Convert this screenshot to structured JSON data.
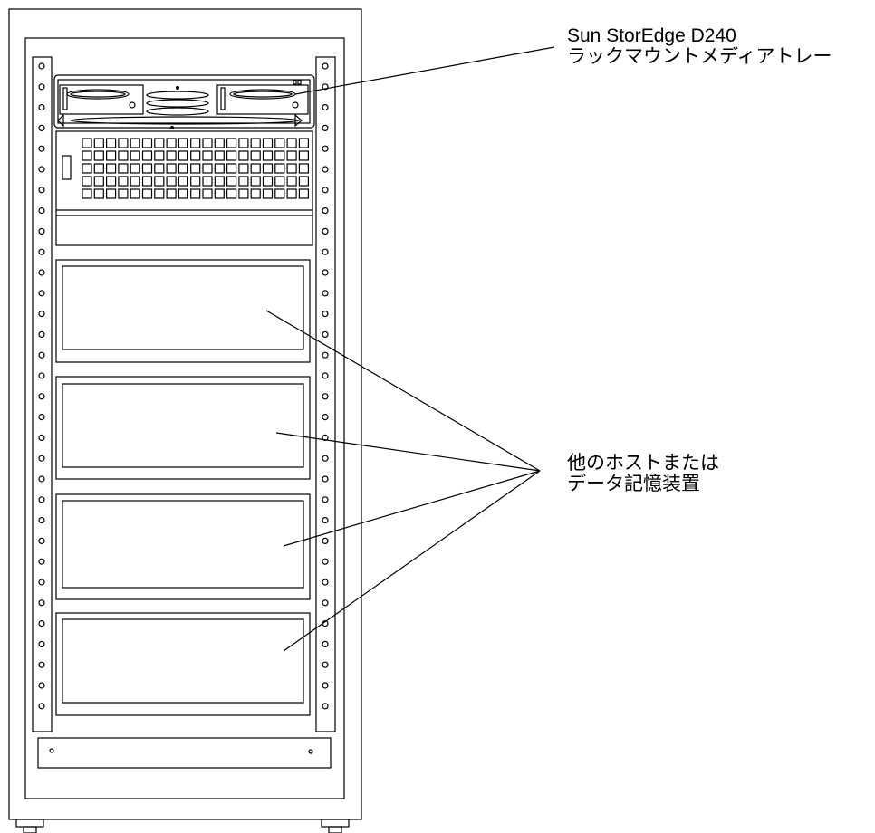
{
  "callouts": {
    "media_tray": {
      "line1": "Sun StorEdge D240",
      "line2": "ラックマウントメディアトレー"
    },
    "other_devices": {
      "line1": "他のホストまたは",
      "line2": "データ記憶装置"
    }
  }
}
